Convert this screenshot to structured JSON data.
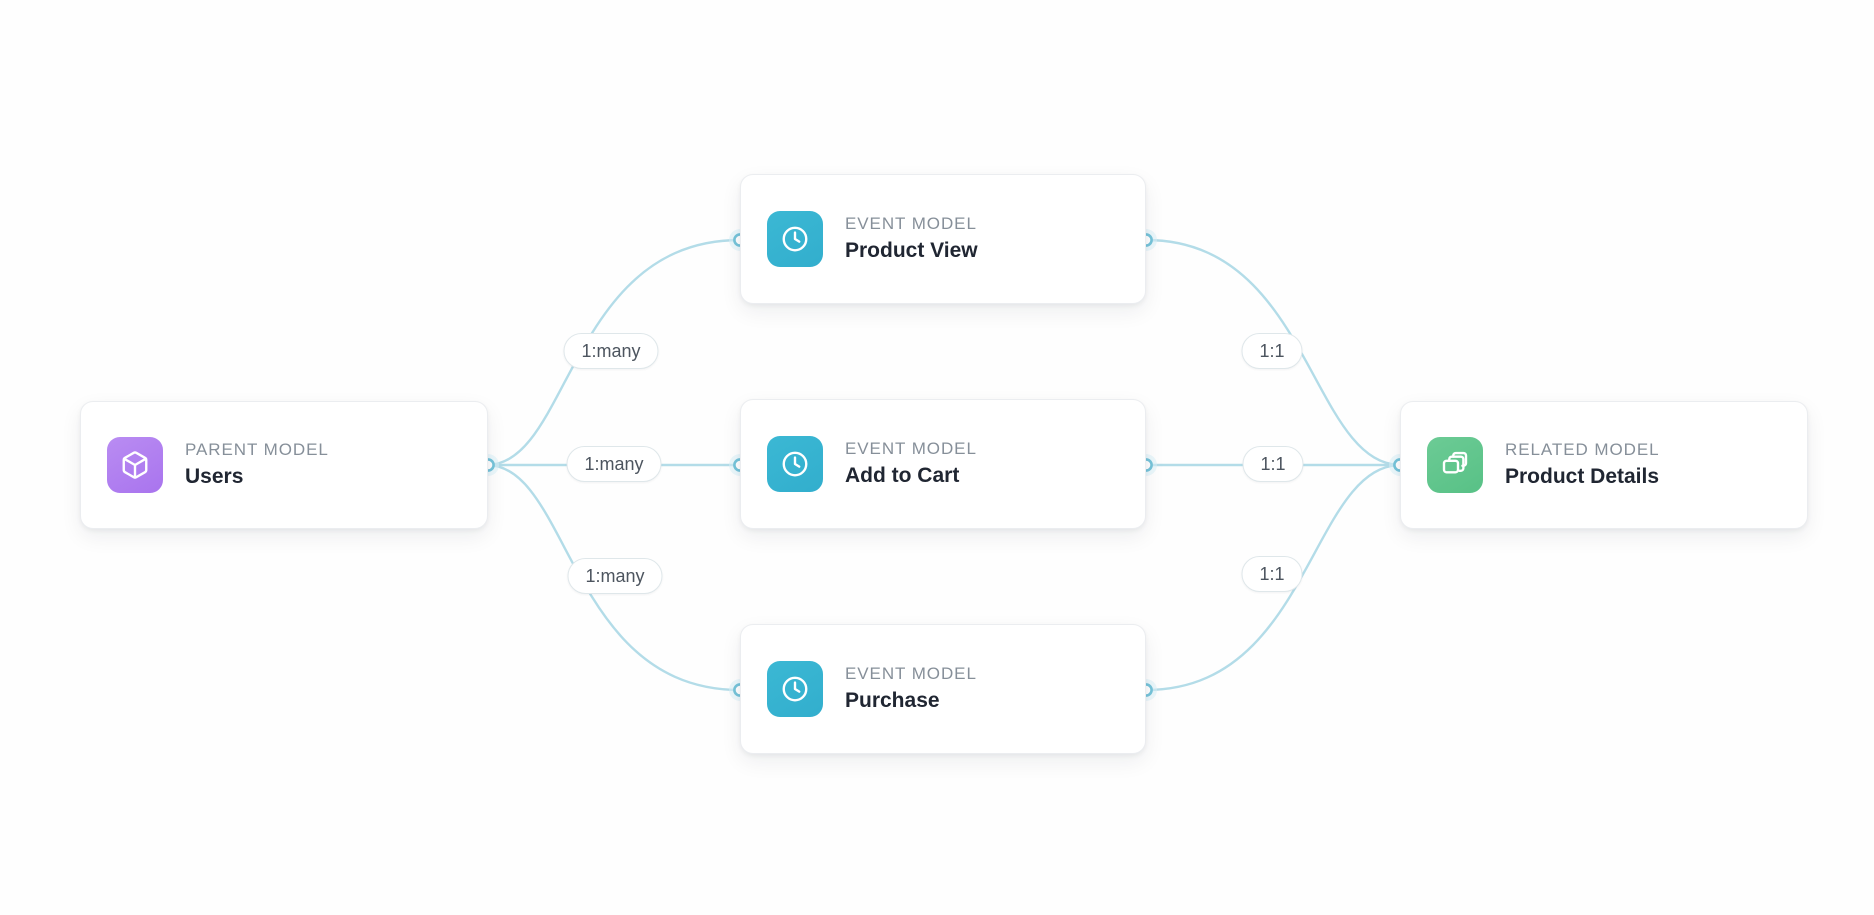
{
  "canvas": {
    "background": "#fefefe",
    "edge_color": "#b3dce8",
    "port_stroke": "#76c4da"
  },
  "nodes": [
    {
      "id": "parent",
      "kicker": "PARENT MODEL",
      "title": "Users",
      "icon": "cube-icon",
      "icon_color": "#a974ee"
    },
    {
      "id": "product-view",
      "kicker": "EVENT MODEL",
      "title": "Product View",
      "icon": "clock-icon",
      "icon_color": "#32aecd"
    },
    {
      "id": "add-to-cart",
      "kicker": "EVENT MODEL",
      "title": "Add to Cart",
      "icon": "clock-icon",
      "icon_color": "#32aecd"
    },
    {
      "id": "purchase",
      "kicker": "EVENT MODEL",
      "title": "Purchase",
      "icon": "clock-icon",
      "icon_color": "#32aecd"
    },
    {
      "id": "related",
      "kicker": "RELATED MODEL",
      "title": "Product Details",
      "icon": "layers-icon",
      "icon_color": "#58c186"
    }
  ],
  "edges": [
    {
      "id": "users-to-product-view",
      "from": "parent",
      "to": "product-view",
      "label": "1:many"
    },
    {
      "id": "users-to-add-to-cart",
      "from": "parent",
      "to": "add-to-cart",
      "label": "1:many"
    },
    {
      "id": "users-to-purchase",
      "from": "parent",
      "to": "purchase",
      "label": "1:many"
    },
    {
      "id": "product-view-to-related",
      "from": "product-view",
      "to": "related",
      "label": "1:1"
    },
    {
      "id": "add-to-cart-to-related",
      "from": "add-to-cart",
      "to": "related",
      "label": "1:1"
    },
    {
      "id": "purchase-to-related",
      "from": "purchase",
      "to": "related",
      "label": "1:1"
    }
  ]
}
